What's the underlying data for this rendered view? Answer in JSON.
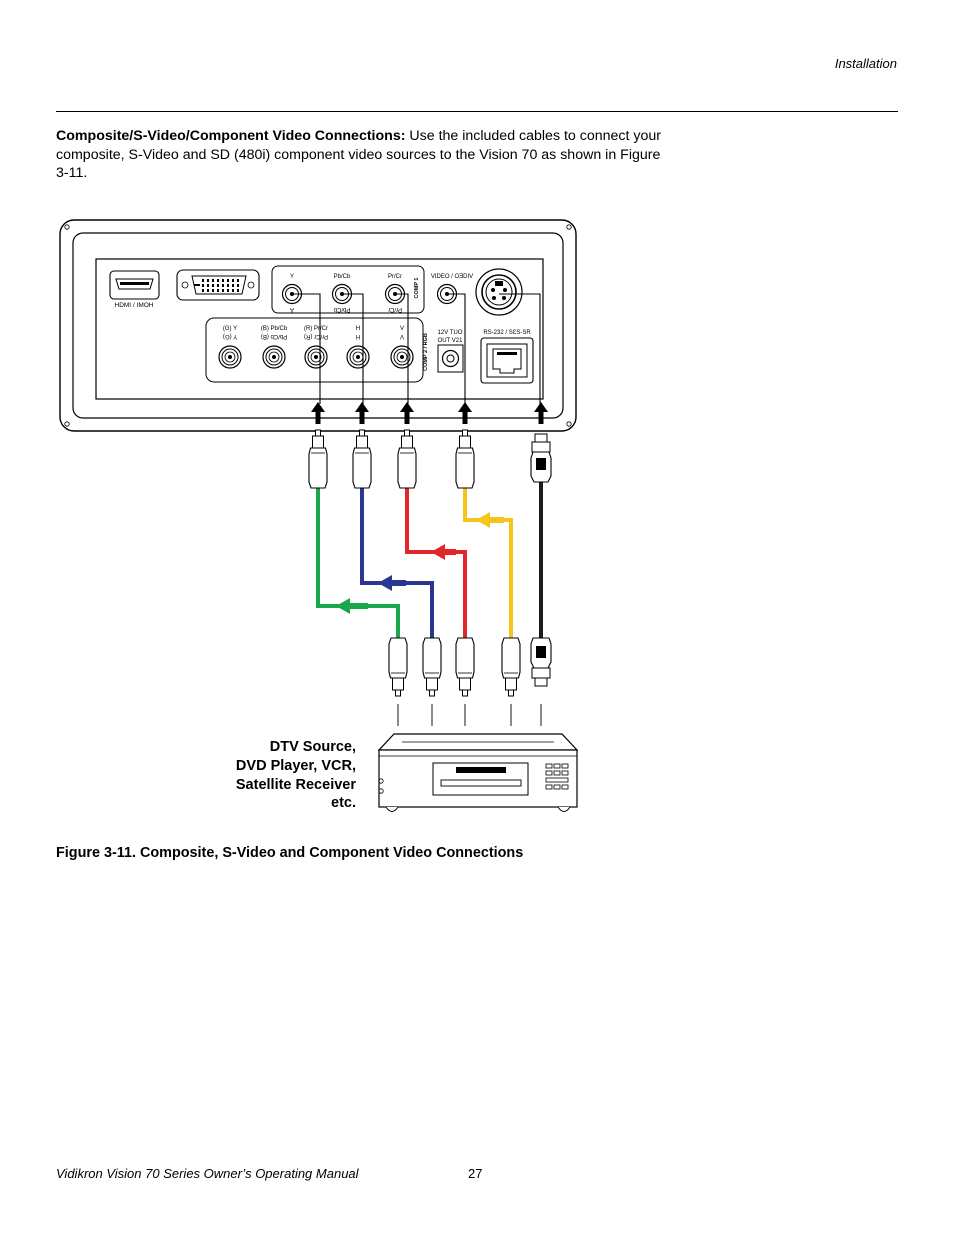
{
  "header": {
    "section": "Installation"
  },
  "intro": {
    "heading": "Composite/S-Video/Component Video Connections:",
    "text": "Use the included cables to connect your composite, S-Video and SD (480i) component video sources to the Vision 70 as shown in Figure 3-11."
  },
  "panel": {
    "hdmi": "HDMI / IMOH",
    "comp1_y_top": "Y",
    "comp1_y_bottom": "A",
    "comp1_pb_top": "Pb/Cb",
    "comp1_pb_bottom": "Pb/Cb",
    "comp1_pr_top": "Pr/Cr",
    "comp1_pr_bottom": "Pr/Cr",
    "comp1_label": "COMP 1",
    "video_label": "VIDEO / OƎDIV",
    "rgb_g_top": "(G) Y",
    "rgb_g_bottom": "Y (G)",
    "rgb_b_top": "(B) Pb/Cb",
    "rgb_b_bottom": "Pb/Cb (B)",
    "rgb_r_top": "(R) Pr/Cr",
    "rgb_r_bottom": "Pr/Cr (R)",
    "rgb_h_top": "H",
    "rgb_h_bottom": "H",
    "rgb_v_top": "V",
    "rgb_v_bottom": "V",
    "comp2_label": "COMP 2 / RGB",
    "trigger_top": "12V  TUO",
    "trigger_bottom": "OUT  V21",
    "rs232_label": "RS-232 / SƐS-SR"
  },
  "source": {
    "line1": "DTV Source,",
    "line2": "DVD Player, VCR,",
    "line3": "Satellite Receiver",
    "line4": "etc."
  },
  "caption": "Figure 3-11. Composite, S-Video and Component Video Connections",
  "footer": {
    "manual_title": "Vidikron Vision 70 Series Owner’s Operating Manual",
    "page_number": "27"
  },
  "colors": {
    "green": "#1aa64a",
    "blue": "#2b3592",
    "red": "#e3262b",
    "yellow": "#f5c51c",
    "black": "#1a1a1a"
  },
  "icons": [
    "hdmi-port-icon",
    "dvi-port-icon",
    "rca-jack-icon",
    "bnc-jack-icon",
    "svideo-jack-icon",
    "rj45-port-icon",
    "rca-plug-icon",
    "svideo-plug-icon",
    "arrow-icon",
    "dvd-player-icon"
  ]
}
